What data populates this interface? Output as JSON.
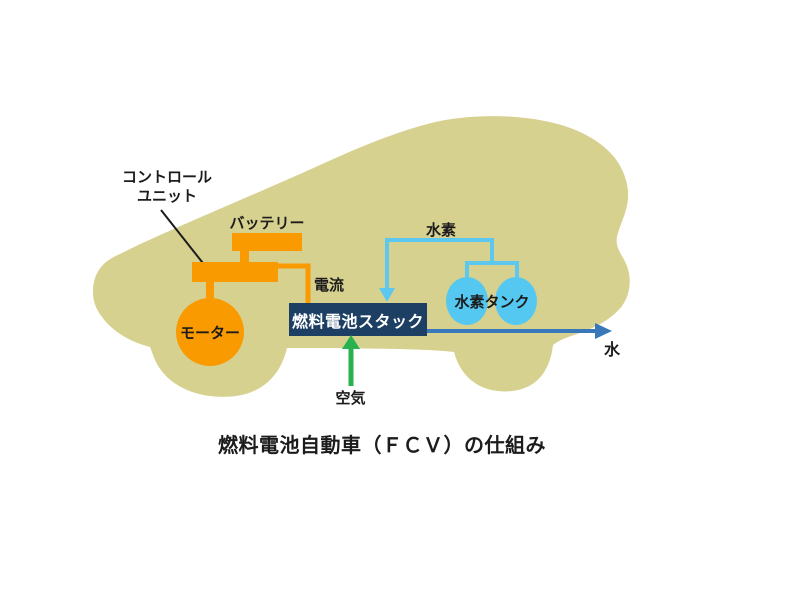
{
  "diagram": {
    "title": "燃料電池自動車（ＦＣＶ）の仕組み",
    "control_unit": {
      "line1": "コントロール",
      "line2": "ユニット"
    },
    "battery_label": "バッテリー",
    "motor_label": "モーター",
    "current_label": "電流",
    "fuel_cell_stack_label": "燃料電池スタック",
    "hydrogen_label": "水素",
    "hydrogen_tank_label": "水素タンク",
    "air_label": "空気",
    "water_label": "水"
  },
  "colors": {
    "car_body": "#d7d18f",
    "component_orange": "#f99b00",
    "stack_navy": "#1d3f63",
    "hydrogen_blue": "#5cc8f0",
    "tank_blue": "#55c8f1",
    "water_blue": "#3878b8",
    "air_green": "#27b24f",
    "label_black": "#1c1c1c"
  }
}
